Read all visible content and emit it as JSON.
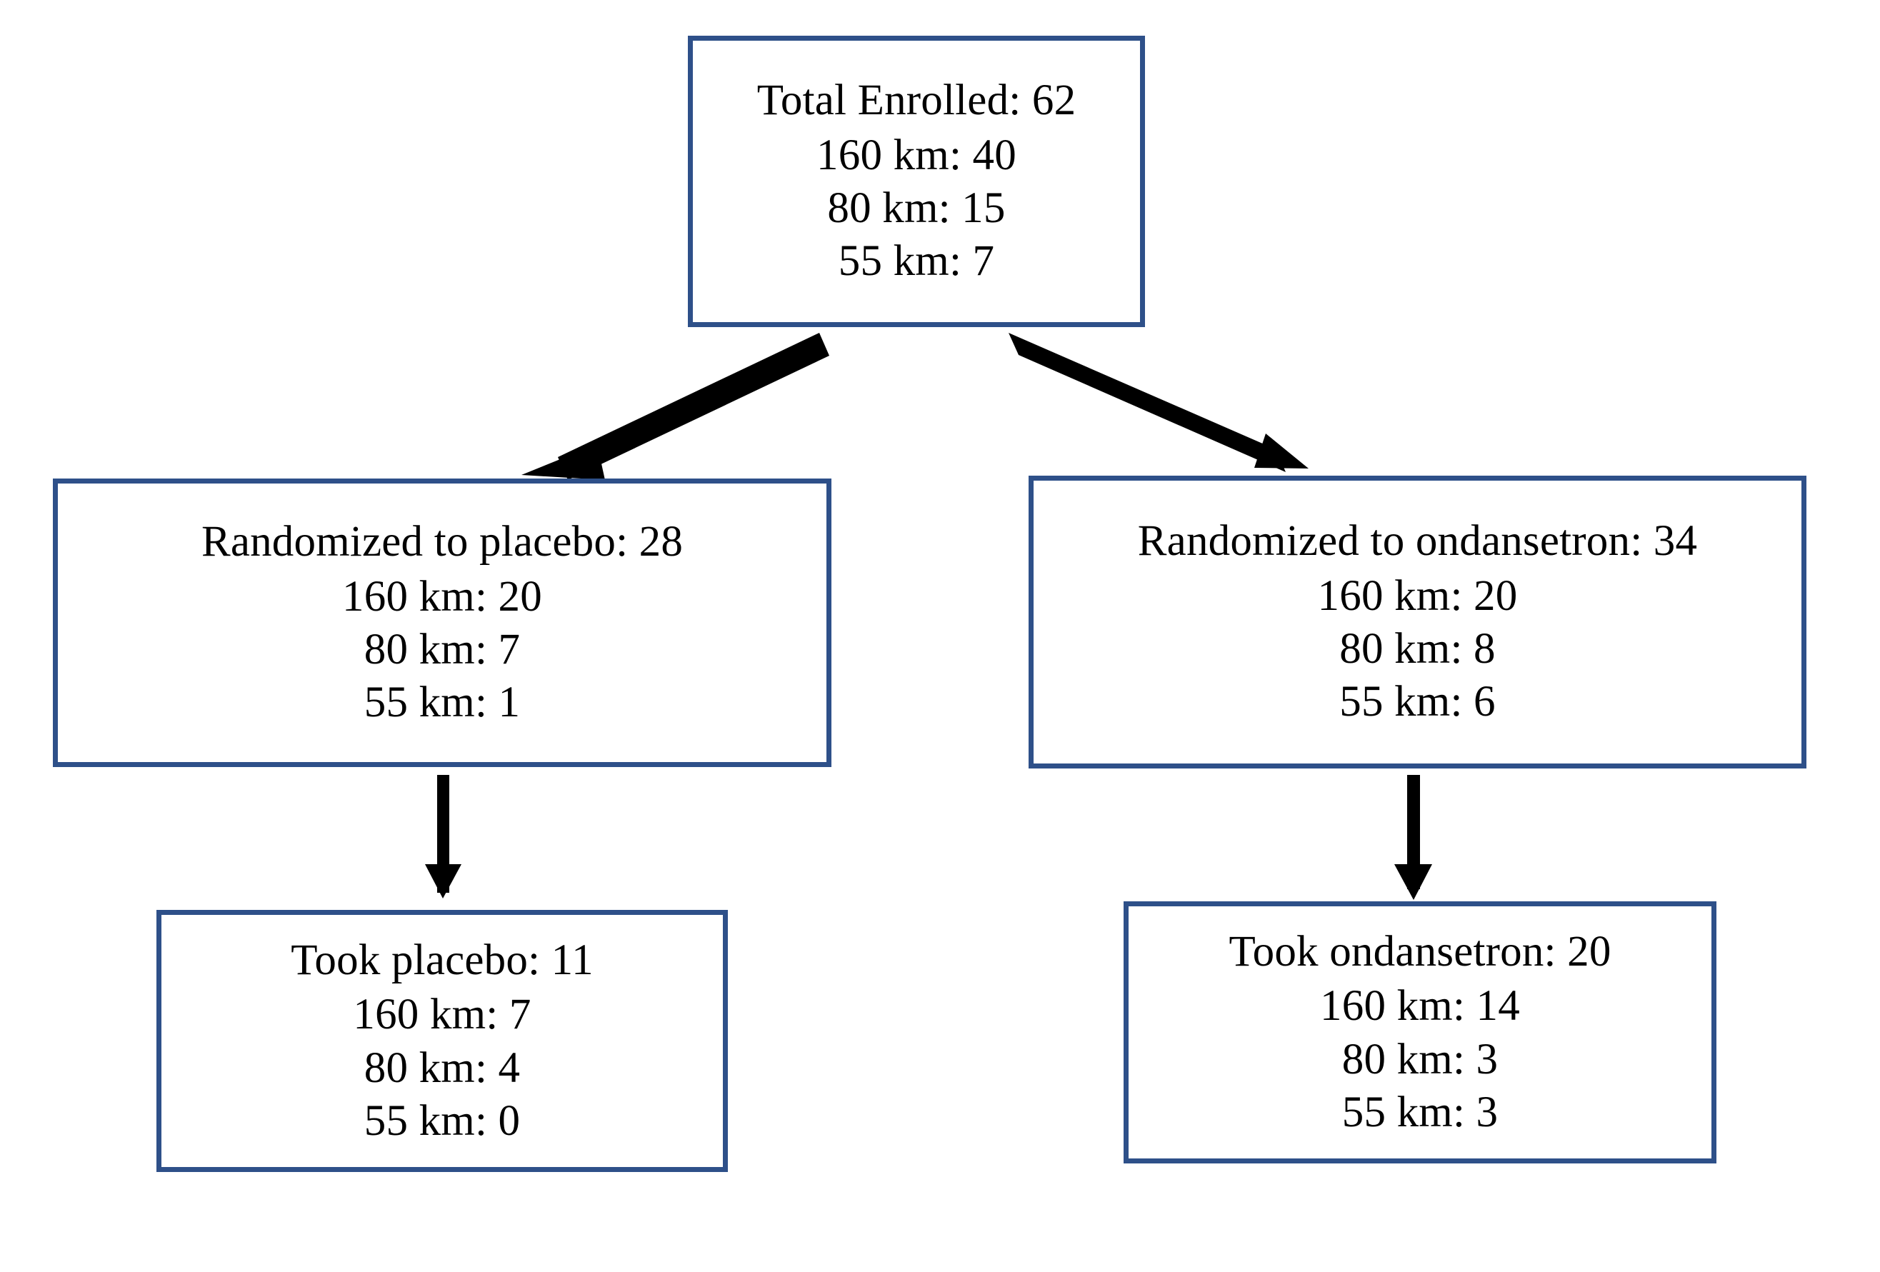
{
  "diagram": {
    "type": "flowchart",
    "title_present": false,
    "colors": {
      "box_border": "#2E5089",
      "box_fill": "#FFFFFF",
      "arrow": "#000000",
      "text": "#000000",
      "background": "#FFFFFF"
    },
    "nodes": [
      {
        "id": "total-enrolled",
        "title": "Total Enrolled: 62",
        "lines": [
          "160 km: 40",
          "80 km: 15",
          "55 km: 7"
        ]
      },
      {
        "id": "randomized-placebo",
        "title": "Randomized to placebo: 28",
        "lines": [
          "160 km: 20",
          "80 km: 7",
          "55 km: 1"
        ]
      },
      {
        "id": "randomized-ondansetron",
        "title": "Randomized to ondansetron: 34",
        "lines": [
          "160 km: 20",
          "80 km: 8",
          "55 km: 6"
        ]
      },
      {
        "id": "took-placebo",
        "title": "Took placebo: 11",
        "lines": [
          "160 km: 7",
          "80 km: 4",
          "55 km: 0"
        ]
      },
      {
        "id": "took-ondansetron",
        "title": "Took ondansetron: 20",
        "lines": [
          "160 km: 14",
          "80 km: 3",
          "55 km: 3"
        ]
      }
    ],
    "edges": [
      {
        "id": "edge-root-to-placebo",
        "from": "total-enrolled",
        "to": "randomized-placebo",
        "style": "diagonal-arrow-left",
        "label": ""
      },
      {
        "id": "edge-root-to-ondansetron",
        "from": "total-enrolled",
        "to": "randomized-ondansetron",
        "style": "diagonal-arrow-right",
        "label": ""
      },
      {
        "id": "edge-placebo-to-took",
        "from": "randomized-placebo",
        "to": "took-placebo",
        "style": "vertical-arrow",
        "label": ""
      },
      {
        "id": "edge-ondansetron-to-took",
        "from": "randomized-ondansetron",
        "to": "took-ondansetron",
        "style": "vertical-arrow",
        "label": ""
      }
    ],
    "chart_data": {
      "type": "table",
      "title": "CONSORT participant flow by race distance",
      "categories": [
        "160 km",
        "80 km",
        "55 km"
      ],
      "series": [
        {
          "name": "Total Enrolled",
          "total": 62,
          "values": [
            40,
            15,
            7
          ]
        },
        {
          "name": "Randomized to placebo",
          "total": 28,
          "values": [
            20,
            7,
            1
          ]
        },
        {
          "name": "Randomized to ondansetron",
          "total": 34,
          "values": [
            20,
            8,
            6
          ]
        },
        {
          "name": "Took placebo",
          "total": 11,
          "values": [
            7,
            4,
            0
          ]
        },
        {
          "name": "Took ondansetron",
          "total": 20,
          "values": [
            14,
            3,
            3
          ]
        }
      ]
    }
  }
}
